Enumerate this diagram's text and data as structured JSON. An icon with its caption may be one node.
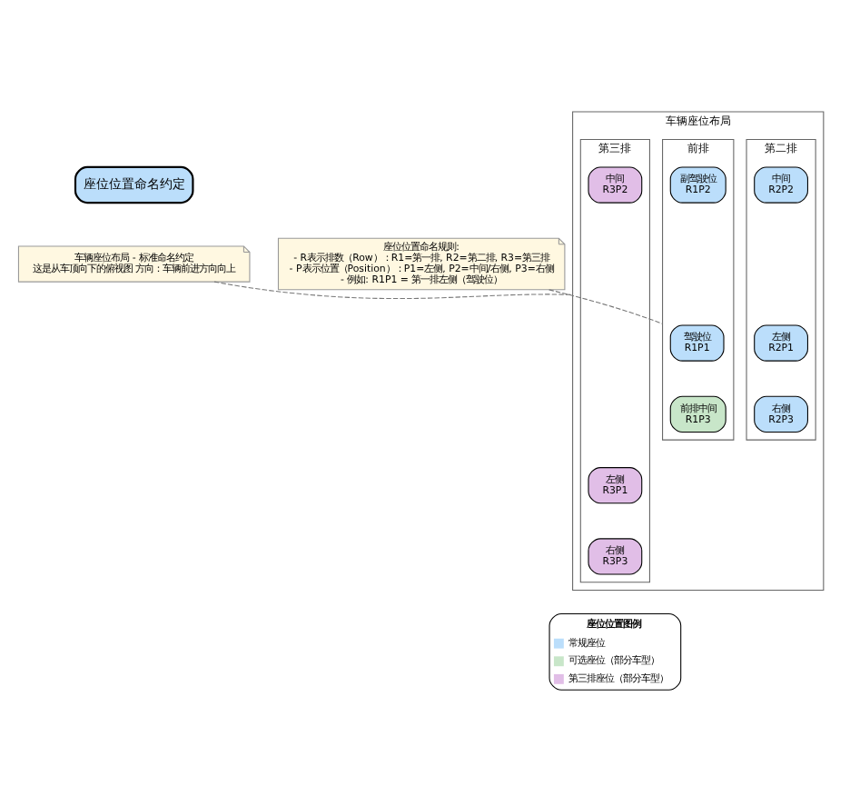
{
  "diagram": {
    "nodes": [
      {
        "text": [
          "座位位置命名约定"
        ]
      },
      {
        "text": [
          "车辆座位布局 - 标准命名约定",
          "这是从车顶向下的俯视图 方向：车辆前进方向向上"
        ]
      },
      {
        "text": [
          "车辆座位布局"
        ]
      },
      {
        "text": [
          "第二排"
        ],
        "in": 2
      },
      {
        "text": [
          "左侧",
          "R2P1"
        ],
        "in": 3
      },
      {
        "text": [
          "中间",
          "R2P2"
        ],
        "in": 3
      },
      {
        "text": [
          "右侧",
          "R2P3"
        ],
        "in": 3
      },
      {
        "text": [
          "前排"
        ],
        "in": 2
      },
      {
        "text": [
          "驾驶位",
          "R1P1"
        ],
        "in": 7
      },
      {
        "text": [
          "副驾驶位",
          "R1P2"
        ],
        "in": 7
      },
      {
        "text": [
          "前排中间",
          "R1P3"
        ],
        "in": 7
      },
      {
        "text": [
          "第三排"
        ],
        "in": 2
      },
      {
        "text": [
          "左侧",
          "R3P1"
        ],
        "in": 11
      },
      {
        "text": [
          "中间",
          "R3P2"
        ],
        "in": 11
      },
      {
        "text": [
          "右侧",
          "R3P3"
        ],
        "in": 11
      },
      {
        "text": [
          "座位位置命名规则:",
          "- R表示排数（Row）：R1=第一排, R2=第二排, R3=第三排",
          "- P表示位置（Position）：P1=左侧, P2=中间/右侧, P3=右侧",
          "- 例如: R1P1 = 第一排左侧（驾驶位）"
        ]
      }
    ],
    "edges": [
      {
        "from": 1,
        "to": 2,
        "arrow": "none",
        "style": "dashed"
      },
      {
        "from": 15,
        "to": 7,
        "arrow": "none",
        "style": "dashed"
      }
    ],
    "labels": [
      "座位位置图例"
    ],
    "legend": [
      {
        "text": "常规座位",
        "color": "#bbdefb"
      },
      {
        "text": "可选座位（部分车型）",
        "color": "#c8e6c9"
      },
      {
        "text": "第三排座位（部分车型）",
        "color": "#e1bee7"
      }
    ]
  }
}
